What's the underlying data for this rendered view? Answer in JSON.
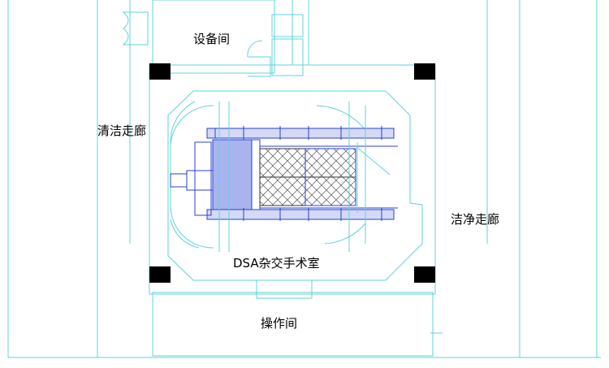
{
  "rooms": {
    "equipment_room": "设备间",
    "clean_corridor_left": "清洁走廊",
    "clean_corridor_right": "洁净走廊",
    "operating_room": "DSA杂交手术室",
    "control_room": "操作间"
  },
  "colors": {
    "wall_line": "#5fd3d8",
    "equipment_line": "#2b3fd6",
    "equipment_fill": "#a9b4ee",
    "column_fill": "#000000",
    "hatch": "#444444"
  }
}
